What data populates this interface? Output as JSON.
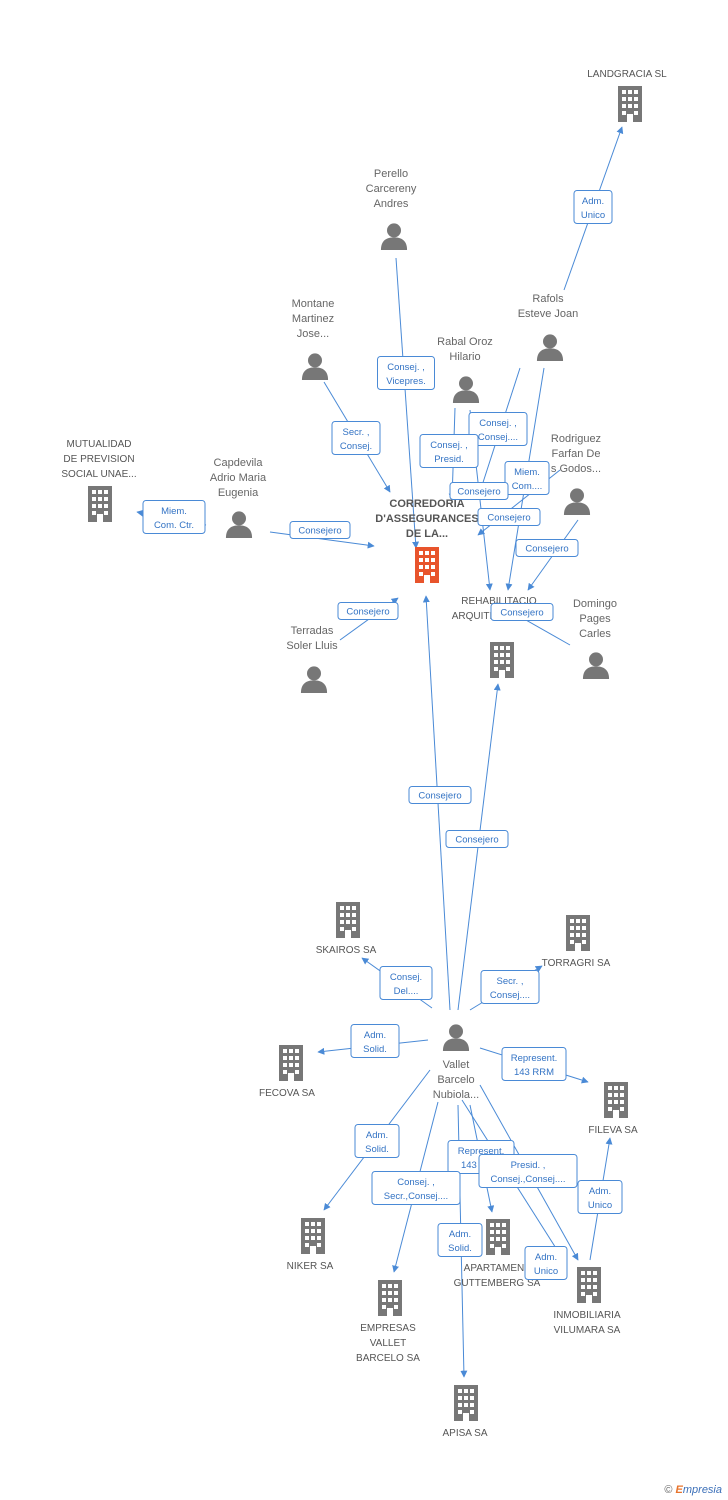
{
  "colors": {
    "edge": "#4a8ad6",
    "node_gray": "#777777",
    "center_node": "#e8542c",
    "label_text": "#666666",
    "relation_text": "#3373c4"
  },
  "center": {
    "name_lines": [
      "CORREDORIA",
      "D'ASSEGURANCES",
      "DE LA..."
    ],
    "icon": "building-icon"
  },
  "companies": [
    {
      "id": "landgracia",
      "lines": [
        "LANDGRACIA SL"
      ]
    },
    {
      "id": "mutualidad",
      "lines": [
        "MUTUALIDAD",
        "DE PREVISION",
        "SOCIAL UNAE..."
      ]
    },
    {
      "id": "rehabilitacio",
      "lines": [
        "REHABILITACIO",
        "ARQUITECTURA SA"
      ]
    },
    {
      "id": "skairos",
      "lines": [
        "SKAIROS SA"
      ]
    },
    {
      "id": "torragri",
      "lines": [
        "TORRAGRI SA"
      ]
    },
    {
      "id": "fecova",
      "lines": [
        "FECOVA SA"
      ]
    },
    {
      "id": "fileva",
      "lines": [
        "FILEVA SA"
      ]
    },
    {
      "id": "niker",
      "lines": [
        "NIKER SA"
      ]
    },
    {
      "id": "apartament",
      "lines": [
        "APARTAMENT",
        "GUTTEMBERG SA"
      ]
    },
    {
      "id": "inmobiliaria",
      "lines": [
        "INMOBILIARIA",
        "VILUMARA SA"
      ]
    },
    {
      "id": "empresas",
      "lines": [
        "EMPRESAS",
        "VALLET",
        "BARCELO SA"
      ]
    },
    {
      "id": "apisa",
      "lines": [
        "APISA SA"
      ]
    }
  ],
  "persons": [
    {
      "id": "perello",
      "lines": [
        "Perello",
        "Carcereny",
        "Andres"
      ]
    },
    {
      "id": "montane",
      "lines": [
        "Montane",
        "Martinez",
        "Jose..."
      ]
    },
    {
      "id": "rafols",
      "lines": [
        "Rafols",
        "Esteve Joan"
      ]
    },
    {
      "id": "rabal",
      "lines": [
        "Rabal Oroz",
        "Hilario"
      ]
    },
    {
      "id": "rodriguez",
      "lines": [
        "Rodriguez",
        "Farfan De",
        "s Godos..."
      ]
    },
    {
      "id": "capdevila",
      "lines": [
        "Capdevila",
        "Adrio Maria",
        "Eugenia"
      ]
    },
    {
      "id": "terradas",
      "lines": [
        "Terradas",
        "Soler Lluis"
      ]
    },
    {
      "id": "domingo",
      "lines": [
        "Domingo",
        "Pages",
        "Carles"
      ]
    },
    {
      "id": "vallet",
      "lines": [
        "Vallet",
        "Barcelo",
        "Nubiola..."
      ]
    }
  ],
  "relations": [
    {
      "id": "r1",
      "lines": [
        "Adm.",
        "Unico"
      ]
    },
    {
      "id": "r2",
      "lines": [
        "Consej. ,",
        "Vicepres."
      ]
    },
    {
      "id": "r3",
      "lines": [
        "Secr. ,",
        "Consej."
      ]
    },
    {
      "id": "r4",
      "lines": [
        "Consej. ,",
        "Consej...."
      ]
    },
    {
      "id": "r5",
      "lines": [
        "Consej. ,",
        "Presid."
      ]
    },
    {
      "id": "r6",
      "lines": [
        "Miem.",
        "Com...."
      ]
    },
    {
      "id": "r7",
      "lines": [
        "Consejero"
      ]
    },
    {
      "id": "r8",
      "lines": [
        "Miem.",
        "Com. Ctr."
      ]
    },
    {
      "id": "r9",
      "lines": [
        "Consejero"
      ]
    },
    {
      "id": "r10",
      "lines": [
        "Consejero"
      ]
    },
    {
      "id": "r11",
      "lines": [
        "Consejero"
      ]
    },
    {
      "id": "r12",
      "lines": [
        "Consejero"
      ]
    },
    {
      "id": "r13",
      "lines": [
        "Consejero"
      ]
    },
    {
      "id": "r14",
      "lines": [
        "Consejero"
      ]
    },
    {
      "id": "r15",
      "lines": [
        "Consejero"
      ]
    },
    {
      "id": "r16",
      "lines": [
        "Consej.",
        "Del...."
      ]
    },
    {
      "id": "r17",
      "lines": [
        "Secr. ,",
        "Consej...."
      ]
    },
    {
      "id": "r18",
      "lines": [
        "Adm.",
        "Solid."
      ]
    },
    {
      "id": "r19",
      "lines": [
        "Represent.",
        "143 RRM"
      ]
    },
    {
      "id": "r20",
      "lines": [
        "Adm.",
        "Solid."
      ]
    },
    {
      "id": "r21",
      "lines": [
        "Represent.",
        "143 RRM"
      ]
    },
    {
      "id": "r22",
      "lines": [
        "Presid. ,",
        "Consej.,Consej...."
      ]
    },
    {
      "id": "r23",
      "lines": [
        "Adm.",
        "Unico"
      ]
    },
    {
      "id": "r24",
      "lines": [
        "Consej. ,",
        "Secr.,Consej...."
      ]
    },
    {
      "id": "r25",
      "lines": [
        "Adm.",
        "Solid."
      ]
    },
    {
      "id": "r26",
      "lines": [
        "Adm.",
        "Unico"
      ]
    }
  ],
  "brand": {
    "copyright": "©",
    "initial": "E",
    "rest": "mpresia"
  }
}
